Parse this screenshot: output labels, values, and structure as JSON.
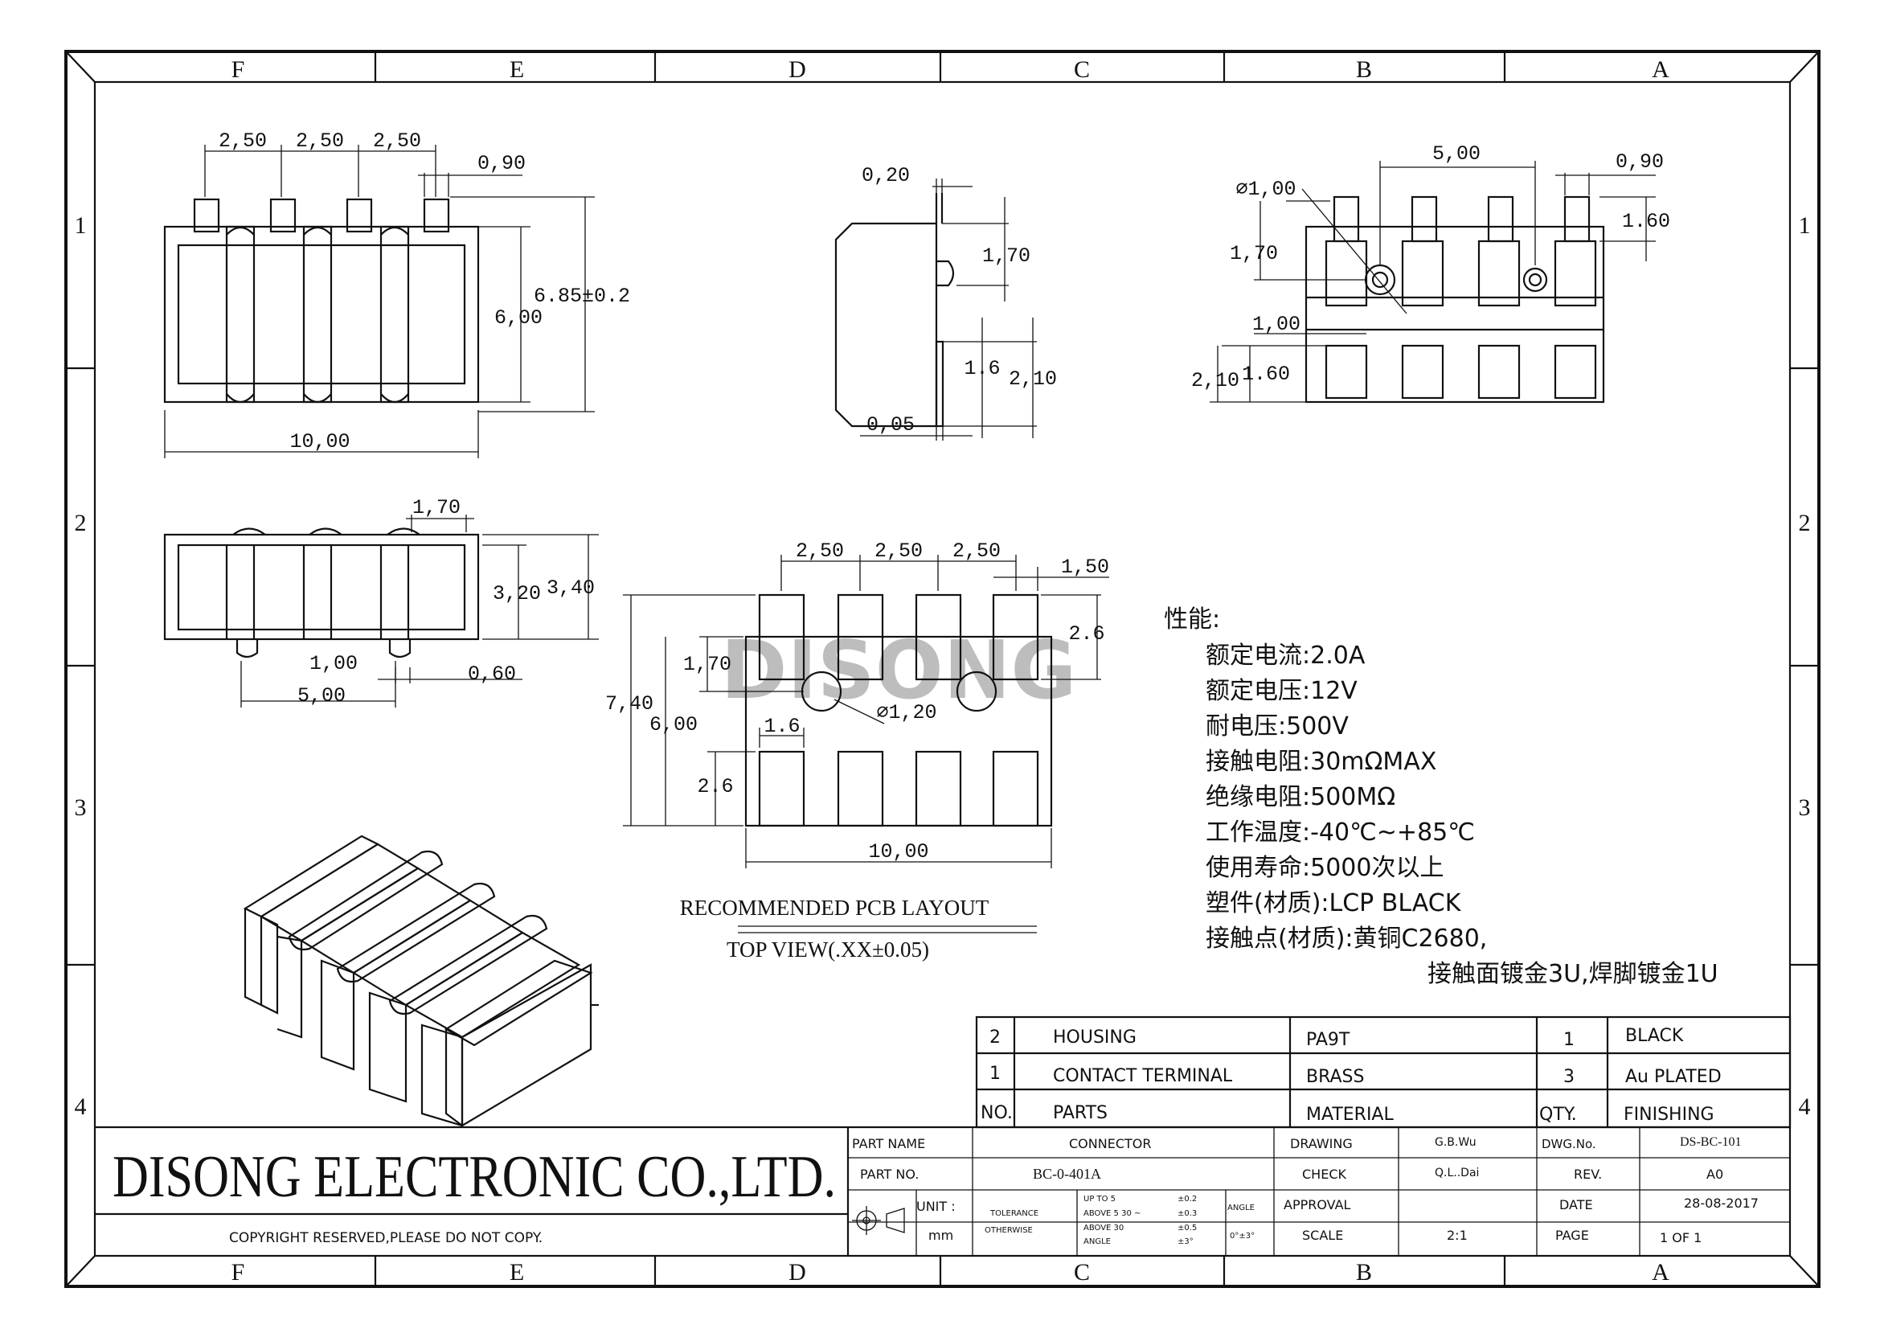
{
  "frame": {
    "columns": [
      "F",
      "E",
      "D",
      "C",
      "B",
      "A"
    ],
    "rows": [
      "1",
      "2",
      "3",
      "4"
    ]
  },
  "views": {
    "top": {
      "dims": {
        "pitch1": "2,50",
        "pitch2": "2,50",
        "pitch3": "2,50",
        "pin_width": "0,90",
        "height_inner": "6,00",
        "height_outer": "6.85±0.2",
        "width": "10,00"
      }
    },
    "side": {
      "dims": {
        "pin_pitch": "0,20",
        "top": "1,70",
        "bump": "1.6",
        "tail": "2,10",
        "offset": "0,05"
      }
    },
    "bottom": {
      "dims": {
        "pitch": "5,00",
        "pin": "0,90",
        "pin_h": "1.60",
        "diameter": "⌀1,00",
        "a": "1,70",
        "b": "1,00",
        "c": "2,10",
        "d": "1.60"
      }
    },
    "front": {
      "dims": {
        "pin": "1,70",
        "h1": "3,20",
        "h2": "3,40",
        "gap": "1,00",
        "pitch": "5,00",
        "end": "0,60"
      }
    },
    "pcb": {
      "dims": {
        "p1": "2,50",
        "p2": "2,50",
        "p3": "2,50",
        "pad_w": "1,50",
        "pad_h": "2.6",
        "hole_y": "1,70",
        "total_h": "7,40",
        "inner_h": "6,00",
        "hole_d": "⌀1,20",
        "pad_small": "1.6",
        "pad_h2": "2.6",
        "width": "10,00"
      },
      "watermark": "DISONG",
      "title1": "RECOMMENDED PCB LAYOUT",
      "title2": "TOP VIEW(.XX±0.05)"
    }
  },
  "specs": {
    "heading": "性能:",
    "lines": [
      "额定电流:2.0A",
      "额定电压:12V",
      "耐电压:500V",
      "接触电阻:30mΩMAX",
      "绝缘电阻:500MΩ",
      "工作温度:-40℃~+85℃",
      "使用寿命:5000次以上",
      "塑件(材质):LCP BLACK",
      "接触点(材质):黄铜C2680,",
      "接触面镀金3U,焊脚镀金1U"
    ]
  },
  "bom": {
    "rows": [
      {
        "no": "2",
        "part": "HOUSING",
        "material": "PA9T",
        "qty": "1",
        "finish": "BLACK"
      },
      {
        "no": "1",
        "part": "CONTACT TERMINAL",
        "material": "BRASS",
        "qty": "3",
        "finish": "Au PLATED"
      }
    ],
    "header": {
      "no": "NO.",
      "part": "PARTS",
      "material": "MATERIAL",
      "qty": "QTY.",
      "finish": "FINISHING"
    }
  },
  "titleblock": {
    "company": "DISONG ELECTRONIC CO.,LTD.",
    "copyright": "COPYRIGHT RESERVED,PLEASE DO NOT COPY.",
    "part_name_label": "PART NAME",
    "part_name": "CONNECTOR",
    "part_no_label": "PART NO.",
    "part_no": "BC-0-401A",
    "unit_label": "UNIT :",
    "unit": "mm",
    "tolerance": "TOLERANCE",
    "otherwise": "OTHERWISE",
    "tol_rows": [
      {
        "range": "UP TO 5",
        "val": "±0.2"
      },
      {
        "range": "ABOVE 5 30 ~",
        "val": "±0.3"
      },
      {
        "range": "ABOVE 30",
        "val": "±0.5"
      },
      {
        "range": "ANGLE",
        "val": "±3°"
      }
    ],
    "angle_label": "ANGLE",
    "angle_val": "0°±3°",
    "drawing_label": "DRAWING",
    "drawing": "G.B.Wu",
    "check_label": "CHECK",
    "check": "Q.L..Dai",
    "approval_label": "APPROVAL",
    "scale_label": "SCALE",
    "scale": "2:1",
    "dwg_label": "DWG.No.",
    "dwg": "DS-BC-101",
    "rev_label": "REV.",
    "rev": "A0",
    "date_label": "DATE",
    "date": "28-08-2017",
    "page_label": "PAGE",
    "page": "1 OF 1"
  }
}
